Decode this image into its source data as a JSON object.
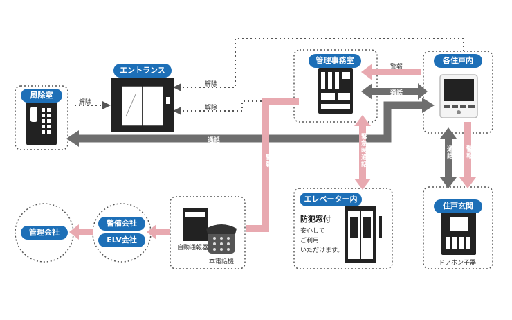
{
  "nodes": {
    "kazayoke": "風除室",
    "entrance": "エントランス",
    "kanri_office": "管理事務室",
    "kaku_juko": "各住戸内",
    "elevator": "エレベーター内",
    "jukonokan": "住戸玄関",
    "kanri_kaisha": "管理会社",
    "keibi_kaisha": "警備会社",
    "elv_kaisha": "ELV会社"
  },
  "device_labels": {
    "auto_notifier": "自動通報器",
    "main_phone": "本電話機",
    "door_handset": "ドアホン子器"
  },
  "elevator_note": {
    "title": "防犯窓付",
    "lines": [
      "安心して",
      "ご利用",
      "いただけます。"
    ]
  },
  "edge_labels": {
    "release1": "解除",
    "release2": "解除",
    "release3": "解除",
    "call_main": "通話",
    "alarm_top": "警報",
    "call_top": "通話",
    "alarm_vertical": "警報",
    "emergency_call": "緊急時通話",
    "call_door": "通話",
    "alarm_door": "警報"
  },
  "colors": {
    "blue": "#1d6fb7",
    "pink": "#e8a9b0",
    "gray": "#6e6e6e",
    "dark": "#222222"
  }
}
